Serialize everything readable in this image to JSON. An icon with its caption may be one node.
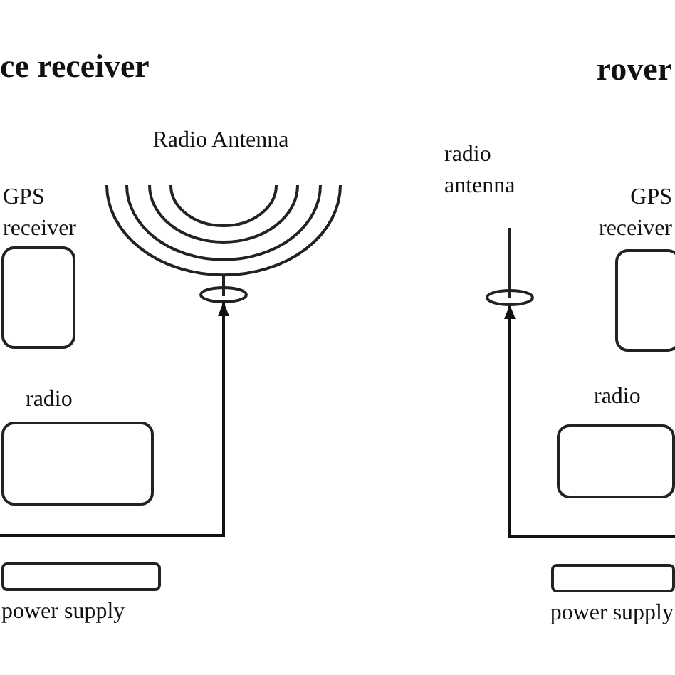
{
  "diagram": {
    "nodes": [
      {
        "text": [
          "GPS receiver"
        ]
      },
      {
        "text": [
          "radio"
        ]
      },
      {
        "text": [
          "power supply"
        ]
      },
      {
        "text": [
          "Radio Antenna"
        ]
      },
      {
        "text": [
          "radio antenna"
        ]
      },
      {
        "text": [
          "GPS receiver"
        ]
      },
      {
        "text": [
          "radio"
        ]
      },
      {
        "text": [
          "power supply"
        ]
      }
    ],
    "edges": [
      {
        "from": null,
        "to": 3,
        "arrow": "to"
      },
      {
        "from": null,
        "to": 4,
        "arrow": "to"
      }
    ],
    "labels": [
      "ce receiver",
      "rover"
    ]
  }
}
